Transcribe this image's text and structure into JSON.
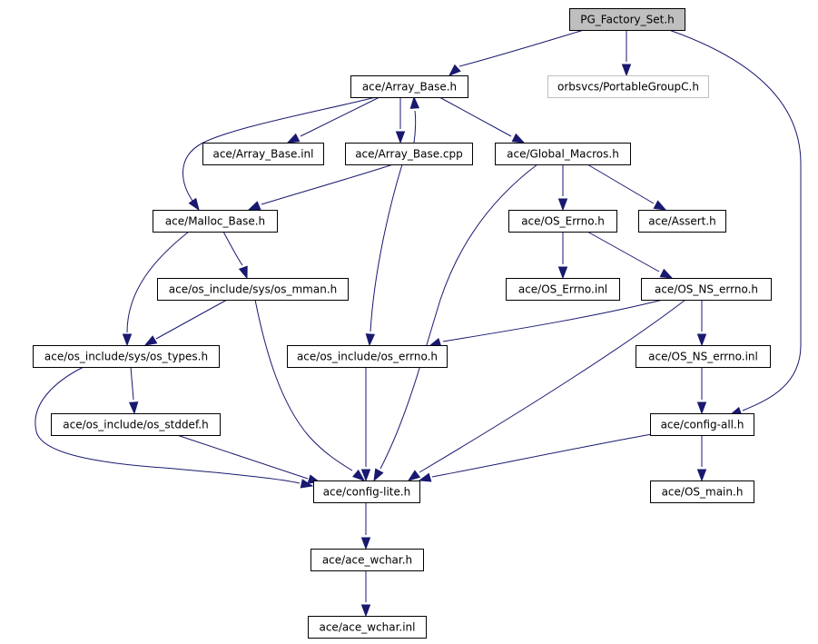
{
  "colors": {
    "edge": "#191970",
    "root_fill": "#bfbfbf",
    "node_border": "#000000",
    "external_border": "#bfbfbf"
  },
  "nodes": [
    {
      "id": "pg_factory_set_h",
      "label": "PG_Factory_Set.h",
      "style": "root"
    },
    {
      "id": "array_base_h",
      "label": "ace/Array_Base.h"
    },
    {
      "id": "portable_group_c_h",
      "label": "orbsvcs/PortableGroupC.h",
      "style": "external"
    },
    {
      "id": "array_base_inl",
      "label": "ace/Array_Base.inl"
    },
    {
      "id": "array_base_cpp",
      "label": "ace/Array_Base.cpp"
    },
    {
      "id": "global_macros_h",
      "label": "ace/Global_Macros.h"
    },
    {
      "id": "malloc_base_h",
      "label": "ace/Malloc_Base.h"
    },
    {
      "id": "os_errno_h",
      "label": "ace/OS_Errno.h"
    },
    {
      "id": "assert_h",
      "label": "ace/Assert.h"
    },
    {
      "id": "os_mman_h",
      "label": "ace/os_include/sys/os_mman.h"
    },
    {
      "id": "os_errno_inl",
      "label": "ace/OS_Errno.inl"
    },
    {
      "id": "os_ns_errno_h",
      "label": "ace/OS_NS_errno.h"
    },
    {
      "id": "os_types_h",
      "label": "ace/os_include/sys/os_types.h"
    },
    {
      "id": "os_include_errno_h",
      "label": "ace/os_include/os_errno.h"
    },
    {
      "id": "os_ns_errno_inl",
      "label": "ace/OS_NS_errno.inl"
    },
    {
      "id": "os_stddef_h",
      "label": "ace/os_include/os_stddef.h"
    },
    {
      "id": "config_all_h",
      "label": "ace/config-all.h"
    },
    {
      "id": "config_lite_h",
      "label": "ace/config-lite.h"
    },
    {
      "id": "os_main_h",
      "label": "ace/OS_main.h"
    },
    {
      "id": "ace_wchar_h",
      "label": "ace/ace_wchar.h"
    },
    {
      "id": "ace_wchar_inl",
      "label": "ace/ace_wchar.inl"
    }
  ],
  "edges": [
    {
      "from": "pg_factory_set_h",
      "to": "array_base_h"
    },
    {
      "from": "pg_factory_set_h",
      "to": "portable_group_c_h"
    },
    {
      "from": "pg_factory_set_h",
      "to": "config_all_h"
    },
    {
      "from": "array_base_h",
      "to": "malloc_base_h"
    },
    {
      "from": "array_base_h",
      "to": "array_base_inl"
    },
    {
      "from": "array_base_h",
      "to": "array_base_cpp"
    },
    {
      "from": "array_base_cpp",
      "to": "array_base_h"
    },
    {
      "from": "array_base_h",
      "to": "global_macros_h"
    },
    {
      "from": "array_base_cpp",
      "to": "malloc_base_h"
    },
    {
      "from": "array_base_cpp",
      "to": "os_include_errno_h"
    },
    {
      "from": "global_macros_h",
      "to": "config_lite_h"
    },
    {
      "from": "global_macros_h",
      "to": "os_errno_h"
    },
    {
      "from": "global_macros_h",
      "to": "assert_h"
    },
    {
      "from": "malloc_base_h",
      "to": "os_types_h"
    },
    {
      "from": "malloc_base_h",
      "to": "os_mman_h"
    },
    {
      "from": "os_errno_h",
      "to": "os_errno_inl"
    },
    {
      "from": "os_errno_h",
      "to": "os_ns_errno_h"
    },
    {
      "from": "os_mman_h",
      "to": "os_types_h"
    },
    {
      "from": "os_mman_h",
      "to": "config_lite_h"
    },
    {
      "from": "os_ns_errno_h",
      "to": "os_include_errno_h"
    },
    {
      "from": "os_ns_errno_h",
      "to": "config_lite_h"
    },
    {
      "from": "os_ns_errno_h",
      "to": "os_ns_errno_inl"
    },
    {
      "from": "os_types_h",
      "to": "config_lite_h"
    },
    {
      "from": "os_types_h",
      "to": "os_stddef_h"
    },
    {
      "from": "os_include_errno_h",
      "to": "config_lite_h"
    },
    {
      "from": "os_ns_errno_inl",
      "to": "config_all_h"
    },
    {
      "from": "os_stddef_h",
      "to": "config_lite_h"
    },
    {
      "from": "config_all_h",
      "to": "config_lite_h"
    },
    {
      "from": "config_all_h",
      "to": "os_main_h"
    },
    {
      "from": "config_lite_h",
      "to": "ace_wchar_h"
    },
    {
      "from": "ace_wchar_h",
      "to": "ace_wchar_inl"
    }
  ]
}
